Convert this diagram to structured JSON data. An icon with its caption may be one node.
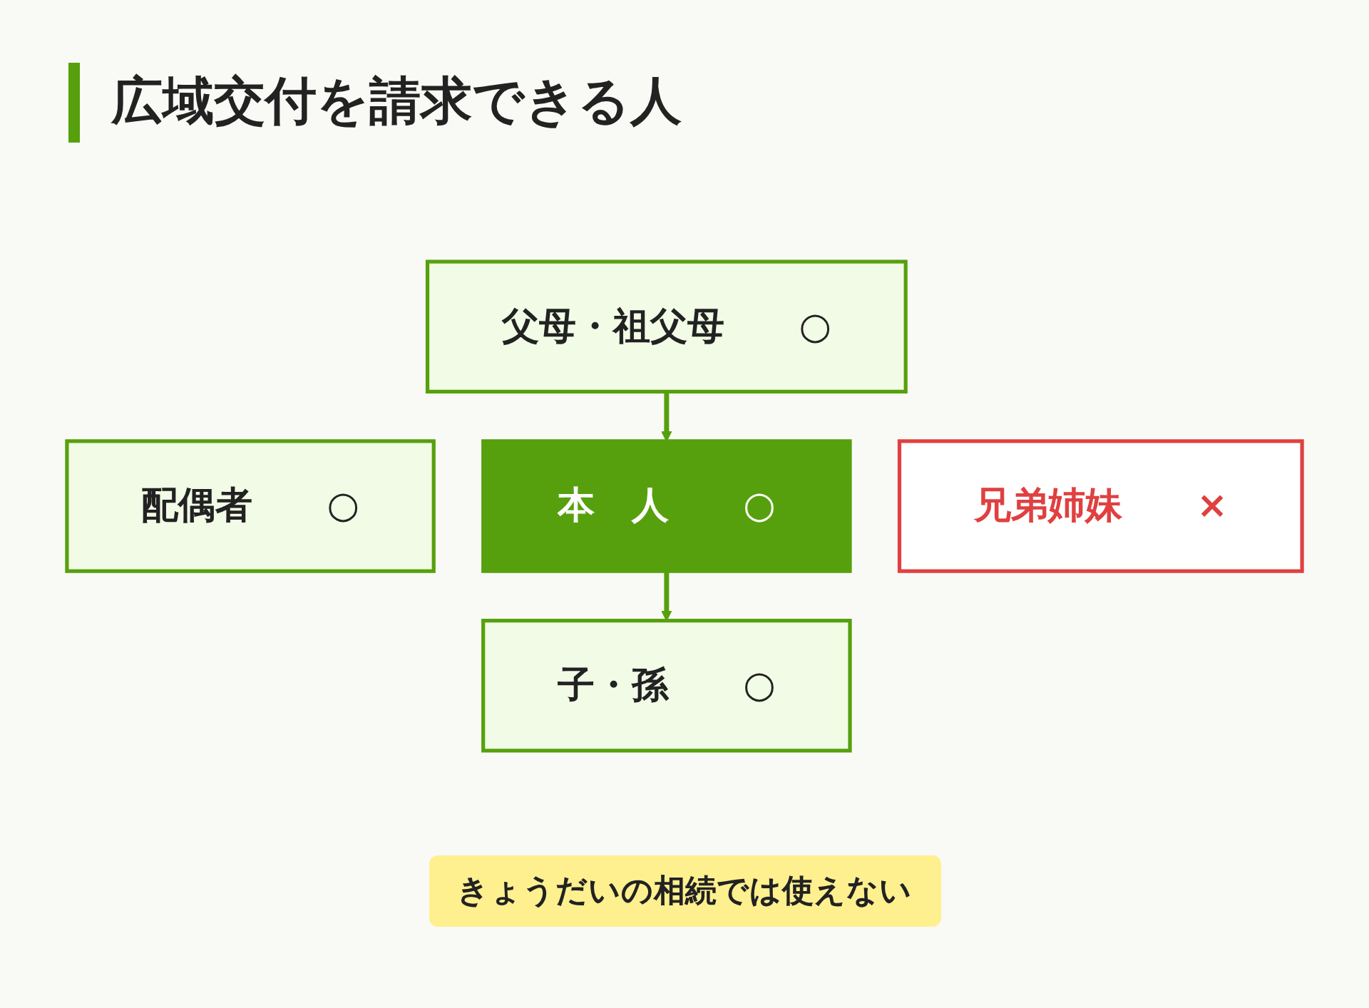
{
  "diagram": {
    "title": "広域交付を請求できる人",
    "nodes": [
      {
        "text": [
          "父母・祖父母",
          "○"
        ]
      },
      {
        "text": [
          "配偶者",
          "○"
        ]
      },
      {
        "text": [
          "本　人",
          "○"
        ]
      },
      {
        "text": [
          "兄弟姉妹",
          "×"
        ]
      },
      {
        "text": [
          "子・孫",
          "○"
        ]
      }
    ],
    "edges": [
      {
        "from": 0,
        "to": 2,
        "arrow": "to"
      },
      {
        "from": 2,
        "to": 4,
        "arrow": "to"
      }
    ],
    "labels": [
      "きょうだいの相続では使えない"
    ]
  }
}
